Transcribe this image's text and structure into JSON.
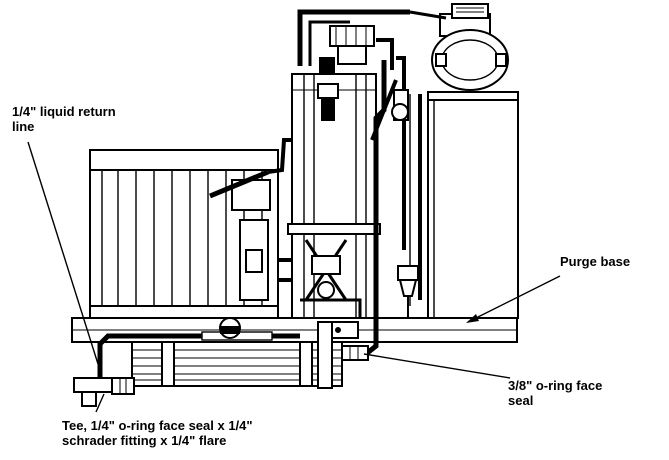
{
  "callouts": {
    "liquid_return": {
      "line1": "1/4\" liquid return",
      "line2": "line"
    },
    "purge_base": {
      "line1": "Purge base"
    },
    "oring_38": {
      "line1": "3/8\" o-ring face",
      "line2": "seal"
    },
    "tee": {
      "line1": "Tee, 1/4\" o-ring face seal x 1/4\"",
      "line2": "schrader fitting x 1/4\" flare"
    }
  },
  "colors": {
    "ink": "#000000",
    "paper": "#ffffff"
  }
}
